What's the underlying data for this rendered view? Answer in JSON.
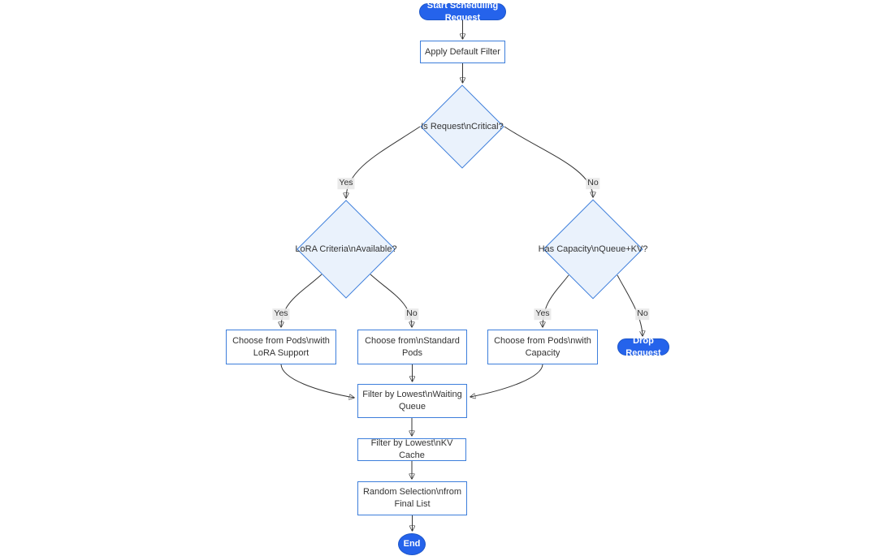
{
  "diagram": {
    "type": "flowchart",
    "direction": "top-down",
    "nodes": {
      "start": {
        "shape": "stadium",
        "label": "Start Scheduling Request"
      },
      "apply_filter": {
        "shape": "rect",
        "label": "Apply Default Filter"
      },
      "is_critical": {
        "shape": "diamond",
        "label": "Is Request\\nCritical?"
      },
      "lora_criteria": {
        "shape": "diamond",
        "label": "LoRA Criteria\\nAvailable?"
      },
      "has_capacity": {
        "shape": "diamond",
        "label": "Has Capacity\\nQueue+KV?"
      },
      "choose_lora": {
        "shape": "rect",
        "label": "Choose from Pods\\nwith LoRA Support"
      },
      "choose_standard": {
        "shape": "rect",
        "label": "Choose from\\nStandard Pods"
      },
      "choose_capacity": {
        "shape": "rect",
        "label": "Choose from Pods\\nwith Capacity"
      },
      "drop_request": {
        "shape": "stadium",
        "label": "Drop Request"
      },
      "filter_queue": {
        "shape": "rect",
        "label": "Filter by Lowest\\nWaiting Queue"
      },
      "filter_kv": {
        "shape": "rect",
        "label": "Filter by Lowest\\nKV Cache"
      },
      "random_selection": {
        "shape": "rect",
        "label": "Random Selection\\nfrom Final List"
      },
      "end": {
        "shape": "circle",
        "label": "End"
      }
    },
    "edges": [
      {
        "from": "start",
        "to": "apply_filter",
        "label": ""
      },
      {
        "from": "apply_filter",
        "to": "is_critical",
        "label": ""
      },
      {
        "from": "is_critical",
        "to": "lora_criteria",
        "label": "Yes"
      },
      {
        "from": "is_critical",
        "to": "has_capacity",
        "label": "No"
      },
      {
        "from": "lora_criteria",
        "to": "choose_lora",
        "label": "Yes"
      },
      {
        "from": "lora_criteria",
        "to": "choose_standard",
        "label": "No"
      },
      {
        "from": "has_capacity",
        "to": "choose_capacity",
        "label": "Yes"
      },
      {
        "from": "has_capacity",
        "to": "drop_request",
        "label": "No"
      },
      {
        "from": "choose_lora",
        "to": "filter_queue",
        "label": ""
      },
      {
        "from": "choose_standard",
        "to": "filter_queue",
        "label": ""
      },
      {
        "from": "choose_capacity",
        "to": "filter_queue",
        "label": ""
      },
      {
        "from": "filter_queue",
        "to": "filter_kv",
        "label": ""
      },
      {
        "from": "filter_kv",
        "to": "random_selection",
        "label": ""
      },
      {
        "from": "random_selection",
        "to": "end",
        "label": ""
      }
    ],
    "colors": {
      "accent_fill": "#2563eb",
      "node_border": "#3d7edb",
      "decision_fill": "#eaf2fc",
      "edge_line": "#333333",
      "edge_label_bg": "#e8e8e8",
      "text": "#333333",
      "pill_text": "#ffffff"
    }
  }
}
